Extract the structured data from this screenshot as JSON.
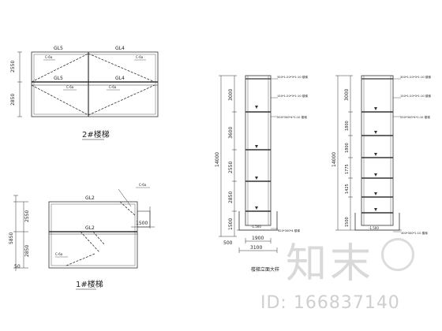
{
  "drawing_2": {
    "title": "2#楼梯",
    "beam_labels": [
      "GL5",
      "GL4",
      "GL5",
      "GL4"
    ],
    "dims_left": [
      "2550",
      "2850"
    ],
    "notes": [
      "C-6a",
      "C-6a",
      "C-6a",
      "C-6a"
    ]
  },
  "drawing_1": {
    "title": "1#楼梯",
    "beam_labels": [
      "GL2",
      "GL2"
    ],
    "dims_left_inner": [
      "2550",
      "2850"
    ],
    "dim_total": "5850",
    "dim_bottom": "50",
    "dim_right": "1500",
    "notes": [
      "C-6a",
      "C-6a"
    ]
  },
  "elevation_a": {
    "dims": [
      "3000",
      "3600",
      "2550",
      "2850",
      "1500"
    ],
    "dim_total": "14000",
    "dim_bottom": "500",
    "dim_width_inner": "1900",
    "dim_width_outer": "3100",
    "top_note": "350*1:20*3*1:10 楼梯",
    "notes": [
      "150*1:20*3*1:10 楼梯",
      "200*300*4*1:10 楼梯"
    ],
    "level_mark": "-1.500",
    "bottom_note": "320*300*4 楼梯",
    "caption": "楼梯立面大样"
  },
  "elevation_b": {
    "dims": [
      "3000",
      "1800",
      "1800",
      "1775",
      "1425",
      "1500"
    ],
    "dim_total": "14000",
    "top_note": "300*1:20*3*1:10 楼梯",
    "notes": [
      "150*1:20*3*1:10 楼梯",
      "250*300*4*1:10 楼梯"
    ],
    "level_mark": "-1.500",
    "bottom_note": "300*300*1:10 楼梯"
  },
  "watermark": {
    "logo": "知末",
    "id": "ID: 166837140"
  }
}
